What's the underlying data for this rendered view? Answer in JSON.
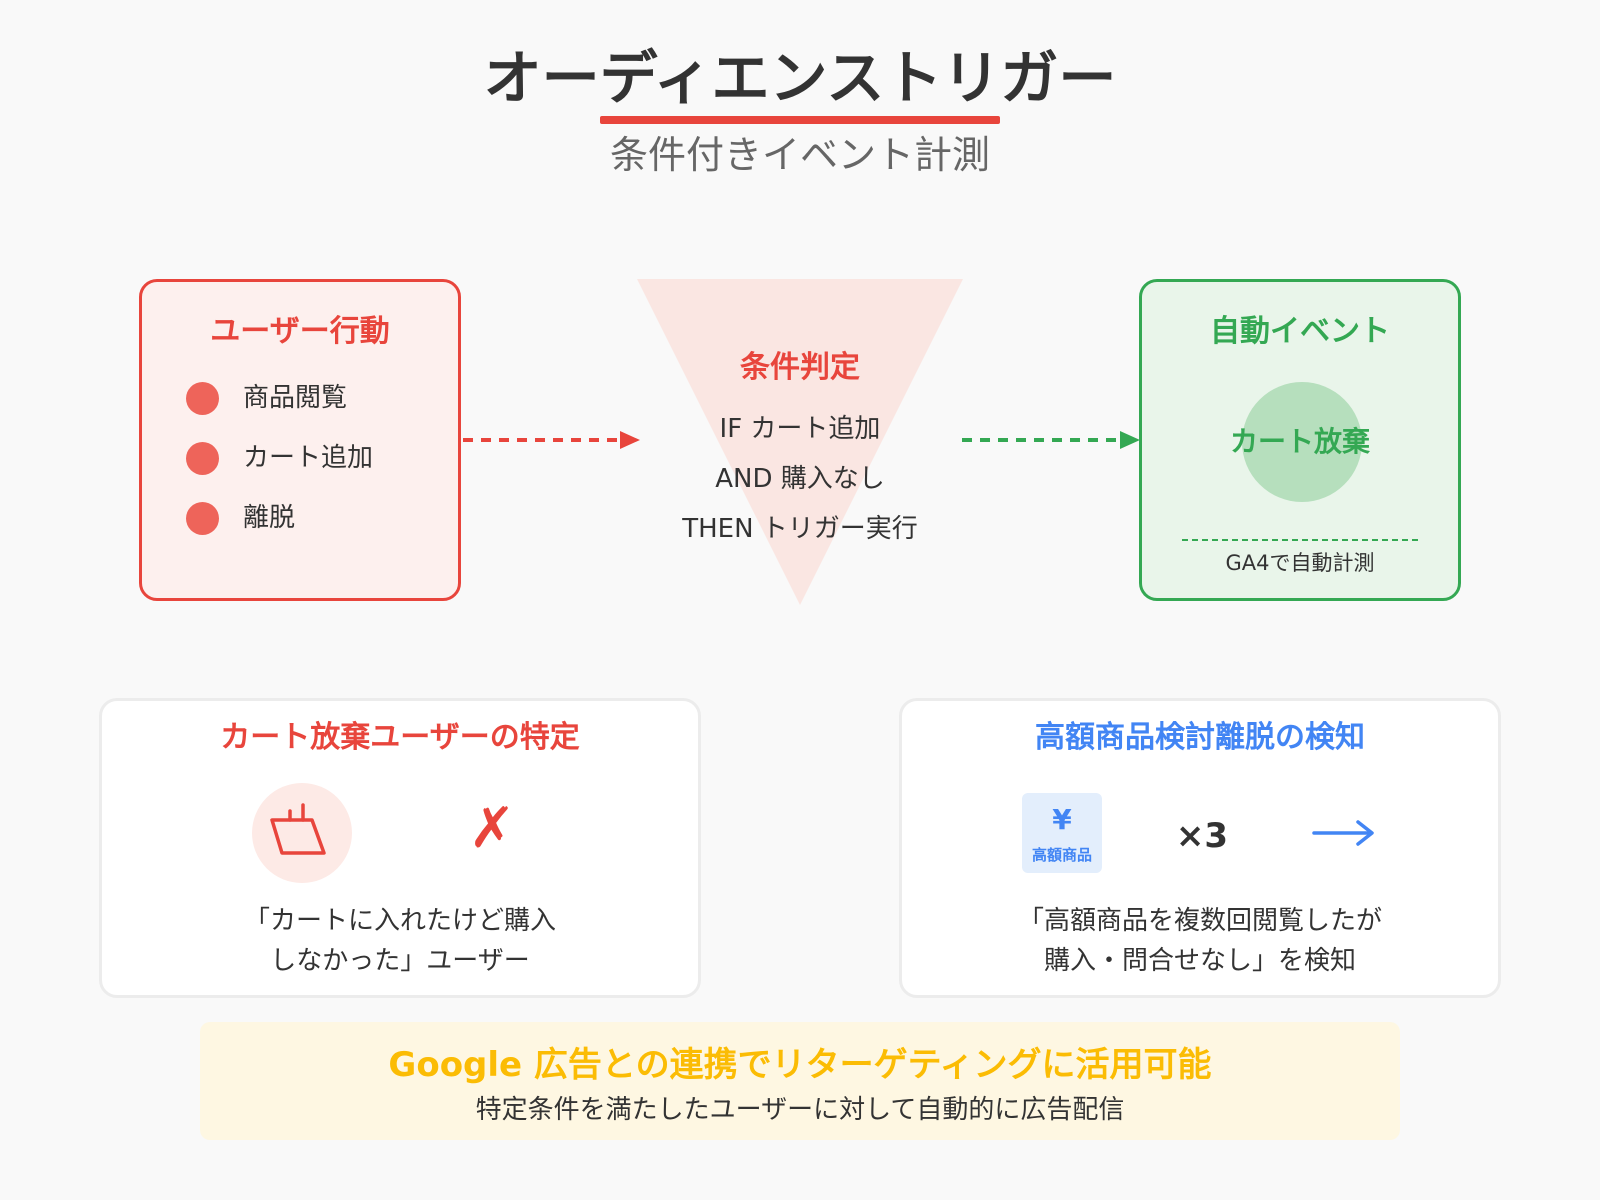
{
  "header": {
    "title": "オーディエンストリガー",
    "subtitle": "条件付きイベント計測"
  },
  "user_action": {
    "title": "ユーザー行動",
    "items": [
      "商品閲覧",
      "カート追加",
      "離脱"
    ]
  },
  "condition": {
    "title": "条件判定",
    "lines": [
      "IF カート追加",
      "AND 購入なし",
      "THEN トリガー実行"
    ]
  },
  "auto_event": {
    "title": "自動イベント",
    "event_label": "カート放棄",
    "note": "GA4で自動計測"
  },
  "cards": {
    "cart_abandon": {
      "title": "カート放棄ユーザーの特定",
      "icon": "shopping-basket-icon",
      "mark": "✗",
      "description_lines": [
        "「カートに入れたけど購入",
        "しなかった」ユーザー"
      ]
    },
    "high_value": {
      "title": "高額商品検討離脱の検知",
      "icon_symbol": "¥",
      "icon_label": "高額商品",
      "multiplier": "×3",
      "description_lines": [
        "「高額商品を複数回閲覧したが",
        "購入・問合せなし」を検知"
      ]
    }
  },
  "banner": {
    "title": "Google 広告との連携でリターゲティングに活用可能",
    "subtitle": "特定条件を満たしたユーザーに対して自動的に広告配信"
  },
  "colors": {
    "red": "#e8453c",
    "green": "#34a853",
    "blue": "#4285f4",
    "yellow": "#fbbc04"
  }
}
